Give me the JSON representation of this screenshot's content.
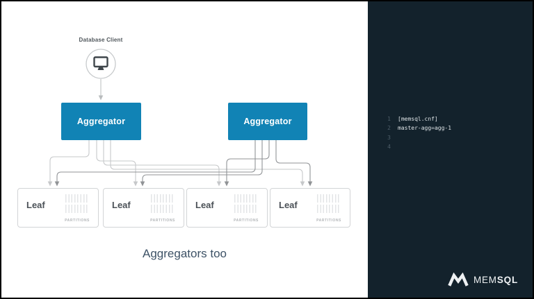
{
  "slide": {
    "client_label": "Database Client",
    "caption": "Aggregators too",
    "aggregator_1_label": "Aggregator",
    "aggregator_2_label": "Aggregator",
    "leaves": [
      {
        "label": "Leaf",
        "partitions": "PARTITIONS"
      },
      {
        "label": "Leaf",
        "partitions": "PARTITIONS"
      },
      {
        "label": "Leaf",
        "partitions": "PARTITIONS"
      },
      {
        "label": "Leaf",
        "partitions": "PARTITIONS"
      }
    ]
  },
  "code_editor": {
    "lines": [
      {
        "number": "1",
        "code": "[memsql.cnf]"
      },
      {
        "number": "2",
        "code": "master-agg=agg-1"
      },
      {
        "number": "3",
        "code": ""
      },
      {
        "number": "4",
        "code": ""
      }
    ]
  },
  "logo": {
    "text_regular": "MEM",
    "text_bold": "SQL"
  },
  "colors": {
    "aggregator_blue": "#1183b5",
    "code_panel_bg": "#13222c",
    "caption_text": "#3d5266",
    "light_connector": "#c6c8ca",
    "dark_connector": "#909396"
  }
}
